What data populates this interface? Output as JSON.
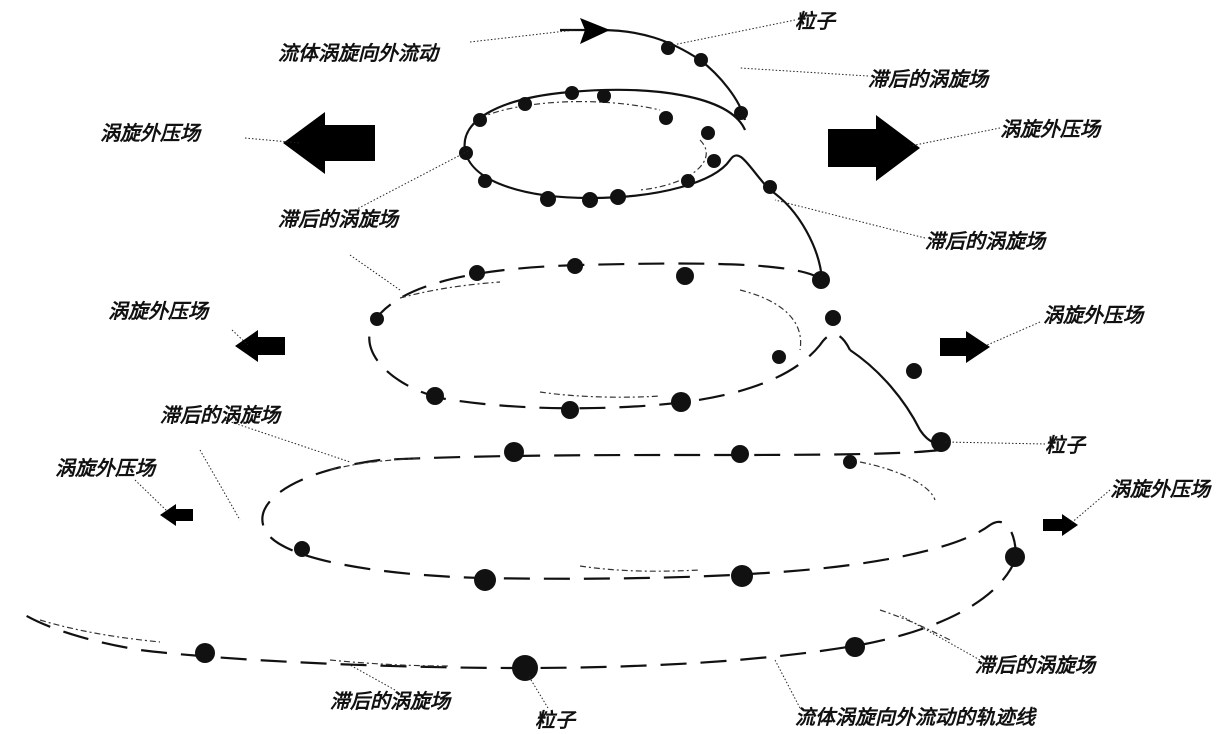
{
  "labels": {
    "fluid_vortex_outward": "流体涡旋向外流动",
    "particle_top": "粒子",
    "lagging_vortex_top_right": "滞后的涡旋场",
    "vortex_pressure_left_1": "涡旋外压场",
    "vortex_pressure_right_1": "涡旋外压场",
    "lagging_vortex_left_2": "滞后的涡旋场",
    "lagging_vortex_right_2": "滞后的涡旋场",
    "vortex_pressure_left_2": "涡旋外压场",
    "vortex_pressure_right_2": "涡旋外压场",
    "lagging_vortex_left_3": "滞后的涡旋场",
    "particle_mid": "粒子",
    "vortex_pressure_left_3": "涡旋外压场",
    "vortex_pressure_right_3": "涡旋外压场",
    "lagging_vortex_right_4": "滞后的涡旋场",
    "lagging_vortex_bottom": "滞后的涡旋场",
    "particle_bottom": "粒子",
    "trajectory_bottom": "流体涡旋向外流动的轨迹线"
  },
  "colors": {
    "ink": "#111111",
    "background": "#ffffff"
  }
}
